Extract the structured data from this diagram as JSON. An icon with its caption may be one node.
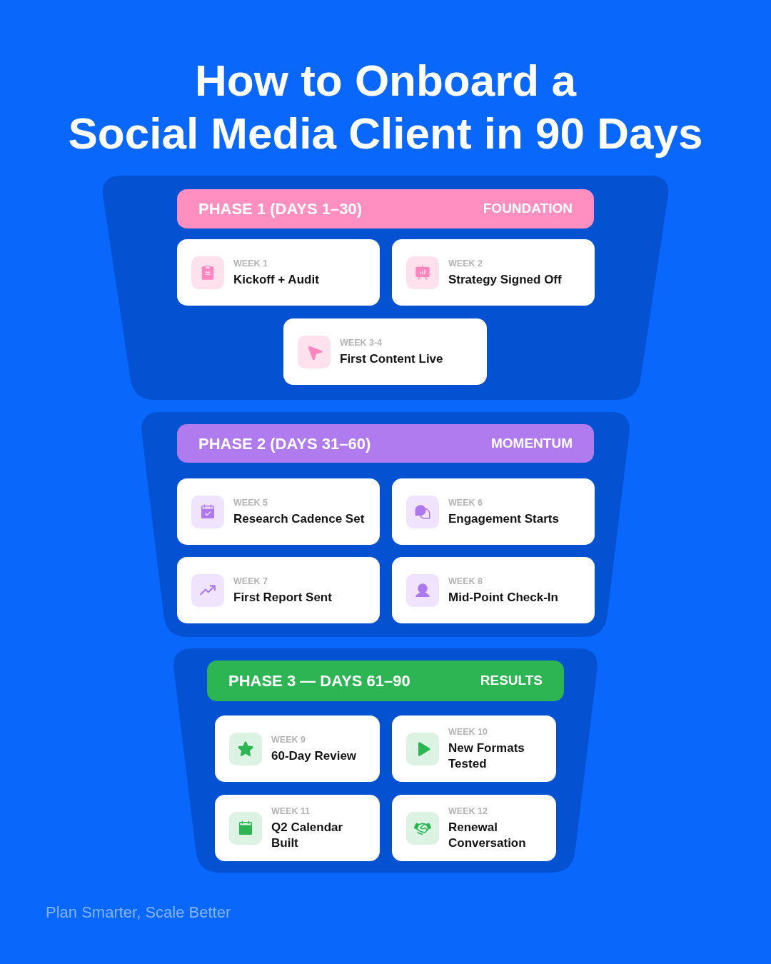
{
  "diagram": {
    "title": "How to Onboard a Social Media Client in 90 Days",
    "nodes": [
      {
        "text": [],
        "shape": "trapezoid"
      },
      {
        "text": [
          "PHASE 1 (DAYS 1–30)",
          "FOUNDATION"
        ],
        "in": 0
      },
      {
        "text": [
          "WEEK 1",
          "Kickoff + Audit"
        ],
        "in": 0
      },
      {
        "text": [
          "WEEK 2",
          "Strategy Signed Off"
        ],
        "in": 0
      },
      {
        "text": [
          "WEEK 3-4",
          "First Content Live"
        ],
        "in": 0
      },
      {
        "text": [],
        "shape": "trapezoid"
      },
      {
        "text": [
          "PHASE 2 (DAYS 31–60)",
          "MOMENTUM"
        ],
        "in": 5
      },
      {
        "text": [
          "WEEK 5",
          "Research Cadence Set"
        ],
        "in": 5
      },
      {
        "text": [
          "WEEK 6",
          "Engagement Starts"
        ],
        "in": 5
      },
      {
        "text": [
          "WEEK 7",
          "First Report Sent"
        ],
        "in": 5
      },
      {
        "text": [
          "WEEK 8",
          "Mid-Point Check-In"
        ],
        "in": 5
      },
      {
        "text": [],
        "shape": "trapezoid"
      },
      {
        "text": [
          "PHASE 3 — DAYS 61–90",
          "RESULTS"
        ],
        "in": 11
      },
      {
        "text": [
          "WEEK 9",
          "60-Day Review"
        ],
        "in": 11
      },
      {
        "text": [
          "WEEK 10",
          "New Formats Tested"
        ],
        "in": 11
      },
      {
        "text": [
          "WEEK 11",
          "Q2 Calendar Built"
        ],
        "in": 11
      },
      {
        "text": [
          "WEEK 12",
          "Renewal Conversation"
        ],
        "in": 11
      }
    ],
    "labels": [
      "Plan Smarter, Scale Better"
    ]
  }
}
